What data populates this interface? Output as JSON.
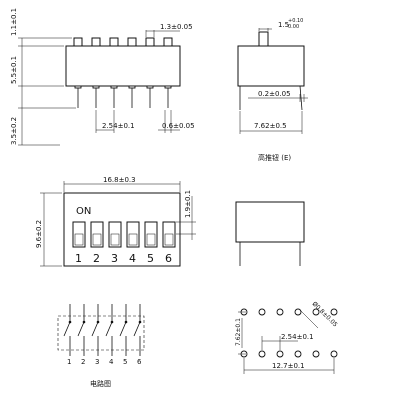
{
  "side_view": {
    "dim_top_height": "1.1±0.1",
    "dim_body_height": "5.5±0.1",
    "dim_pin_length": "3.5±0.2",
    "dim_pin_pitch": "2.54±0.1",
    "dim_pin_width": "0.6±0.05",
    "dim_actuator_width": "1.3±0.05"
  },
  "end_view": {
    "dim_actuator_angle_base": "1.5",
    "dim_actuator_angle_tol_top": "+0.10",
    "dim_actuator_angle_tol_bottom": "0.00",
    "dim_pin_thickness": "0.2±0.05",
    "dim_row_spacing": "7.62±0.5",
    "caption": "高推钮 (E)"
  },
  "top_view": {
    "dim_length": "16.8±0.3",
    "dim_width": "9.6±0.2",
    "dim_slot": "1.9±0.1",
    "on_label": "ON",
    "switch_numbers": [
      "1",
      "2",
      "3",
      "4",
      "5",
      "6"
    ]
  },
  "circuit": {
    "pin_numbers": [
      "1",
      "2",
      "3",
      "4",
      "5",
      "6"
    ],
    "caption": "电路图"
  },
  "pcb_layout": {
    "dim_hole_diameter": "Ø0.8±0.05",
    "dim_row_spacing": "7.62±0.1",
    "dim_pitch": "2.54±0.1",
    "dim_total": "12.7±0.1"
  }
}
